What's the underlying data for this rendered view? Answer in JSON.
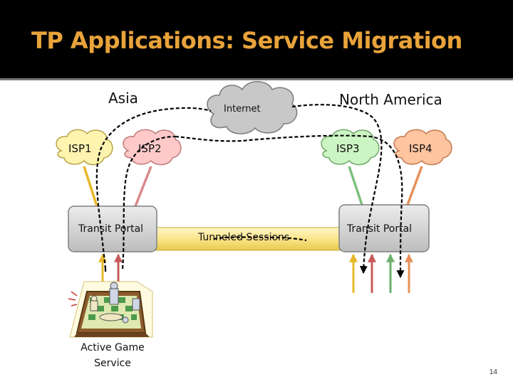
{
  "slide": {
    "title": "TP Applications: Service Migration",
    "page_number": "14"
  },
  "regions": {
    "asia": "Asia",
    "north_america": "North America",
    "internet": "Internet"
  },
  "isps": {
    "isp1": "ISP1",
    "isp2": "ISP2",
    "isp3": "ISP3",
    "isp4": "ISP4"
  },
  "portals": {
    "left": "Transit Portal",
    "right": "Transit Portal"
  },
  "tunnel_label": "Tunneled Sessions",
  "game": {
    "line1": "Active Game",
    "line2": "Service"
  },
  "colors": {
    "title": "#e8a33a",
    "isp_yellow": "#fff3b0",
    "isp_pink": "#ffc9c9",
    "isp_green": "#ccf5c4",
    "isp_orange": "#ffc4a0",
    "cloud_gray": "#c8c8c8",
    "arrow_yellow": "#e8b82a",
    "arrow_red": "#c85a5a",
    "arrow_green": "#6bb06b",
    "arrow_orange": "#e8915a"
  }
}
